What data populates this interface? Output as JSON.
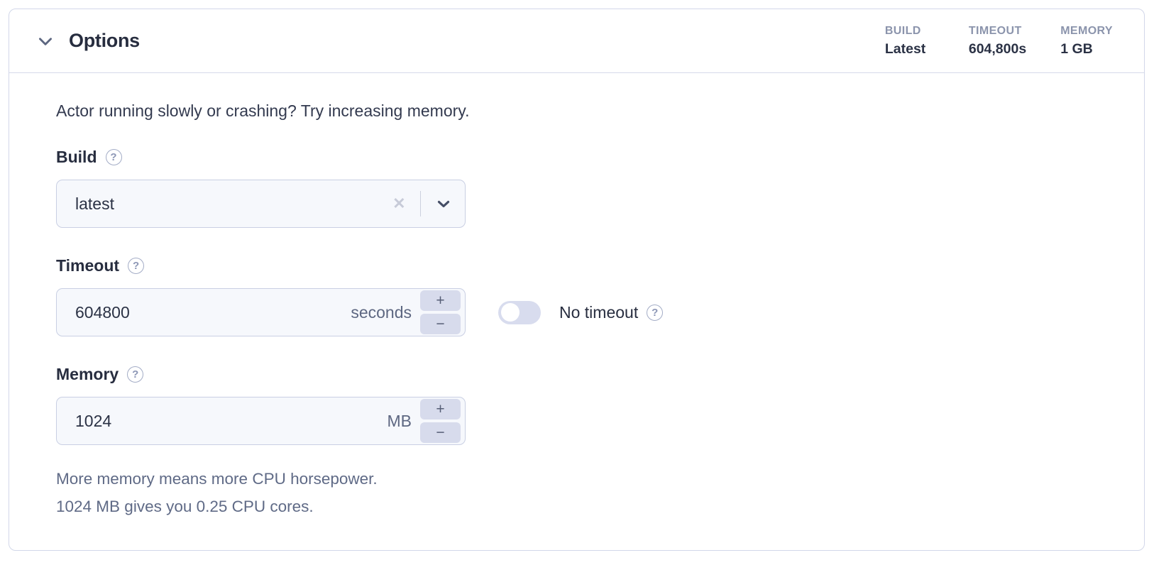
{
  "panel": {
    "title": "Options",
    "stats": [
      {
        "label": "BUILD",
        "value": "Latest"
      },
      {
        "label": "TIMEOUT",
        "value": "604,800s"
      },
      {
        "label": "MEMORY",
        "value": "1 GB"
      }
    ],
    "intro": "Actor running slowly or crashing? Try increasing memory."
  },
  "fields": {
    "build": {
      "label": "Build",
      "value": "latest"
    },
    "timeout": {
      "label": "Timeout",
      "value": "604800",
      "unit": "seconds",
      "toggle_label": "No timeout",
      "toggle_state": "off"
    },
    "memory": {
      "label": "Memory",
      "value": "1024",
      "unit": "MB",
      "help_line1": "More memory means more CPU horsepower.",
      "help_line2": "1024 MB gives you 0.25 CPU cores."
    }
  },
  "icons": {
    "help_glyph": "?",
    "clear_glyph": "✕",
    "increment_glyph": "+",
    "decrement_glyph": "−"
  },
  "colors": {
    "card_border": "#d2d7e9",
    "input_bg": "#f6f8fc",
    "input_border": "#c9cfe3",
    "lavender_accent": "#d7dbec",
    "text_dark": "#272d3f",
    "text_muted": "#5f6a86",
    "stat_label": "#8b94ac"
  }
}
